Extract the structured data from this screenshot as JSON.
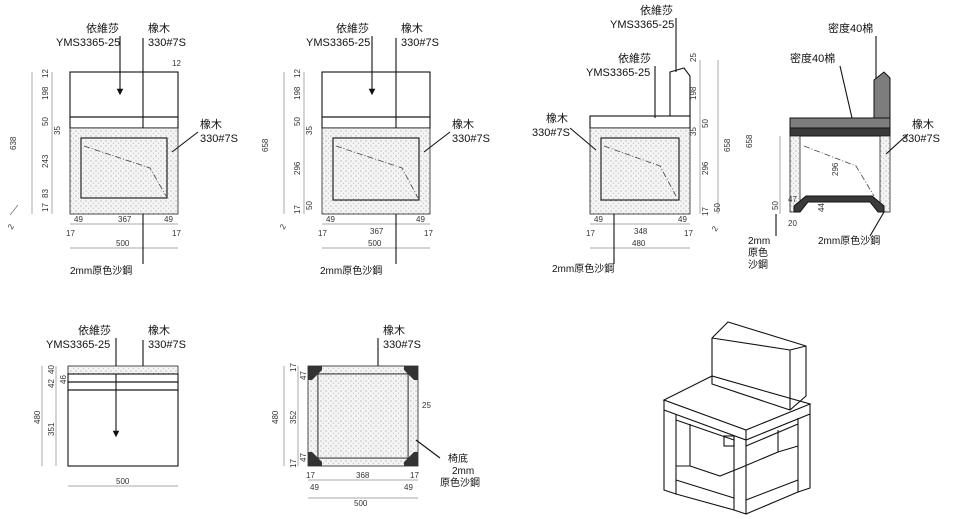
{
  "colors": {
    "line": "#111111",
    "cushion_grey": "#7d7d7d",
    "cushion_dark": "#3a3a3a"
  },
  "view1": {
    "fabric_name": "依維莎",
    "fabric_code": "YMS3365-25",
    "wood_name": "橡木",
    "wood_code": "330#7S",
    "side_wood_name": "橡木",
    "side_wood_code": "330#7S",
    "steel_label": "2mm原色沙鋼",
    "dims_left": [
      "12",
      "198",
      "50",
      "35",
      "243",
      "83",
      "17"
    ],
    "dim_total": "638",
    "dim_top_right": "12",
    "dims_bottom": [
      "49",
      "367",
      "49"
    ],
    "dims_bottom_small": [
      "17",
      "17"
    ],
    "dim_width": "500",
    "dim_corner": "2"
  },
  "view2": {
    "fabric_name": "依維莎",
    "fabric_code": "YMS3365-25",
    "wood_name": "橡木",
    "wood_code": "330#7S",
    "side_wood_name": "橡木",
    "side_wood_code": "330#7S",
    "steel_label": "2mm原色沙鋼",
    "dims_left": [
      "12",
      "198",
      "50",
      "35",
      "296",
      "17",
      "50"
    ],
    "dim_total": "658",
    "dims_bottom": [
      "49",
      "367",
      "49"
    ],
    "dims_bottom_small": [
      "17",
      "17"
    ],
    "dim_width": "500",
    "dim_corner": "2"
  },
  "view3": {
    "fabric_name_top": "依維莎",
    "fabric_code_top": "YMS3365-25",
    "fabric_name": "依維莎",
    "fabric_code": "YMS3365-25",
    "wood_name": "橡木",
    "wood_code": "330#7S",
    "steel_label": "2mm原色沙鋼",
    "dims_right": [
      "25",
      "198",
      "50",
      "35",
      "296",
      "17",
      "50"
    ],
    "dim_total": "658",
    "dims_bottom": [
      "49",
      "348",
      "49"
    ],
    "dims_bottom_small": [
      "17",
      "17"
    ],
    "dim_width": "480",
    "dim_corner": "2"
  },
  "view4": {
    "density_top": "密度40棉",
    "density_mid": "密度40棉",
    "wood_name": "橡木",
    "wood_code": "330#7S",
    "dims_left": [
      "296",
      "50",
      "47",
      "44",
      "20"
    ],
    "dim_total": "658",
    "steel_left_1": "2mm",
    "steel_left_2": "原色",
    "steel_left_3": "沙鋼",
    "steel_right": "2mm原色沙鋼"
  },
  "view5": {
    "fabric_name": "依維莎",
    "fabric_code": "YMS3365-25",
    "wood_name": "橡木",
    "wood_code": "330#7S",
    "dims_left": [
      "40",
      "42",
      "46",
      "351"
    ],
    "dim_total": "480",
    "dim_width": "500"
  },
  "view6": {
    "wood_name": "橡木",
    "wood_code": "330#7S",
    "dims_left": [
      "17",
      "47",
      "352",
      "47",
      "17"
    ],
    "dim_total": "480",
    "dim_right": "25",
    "base_1": "椅底",
    "base_2": "2mm",
    "base_3": "原色沙鋼",
    "dims_bottom": [
      "17",
      "368",
      "17"
    ],
    "dims_bottom_outer": [
      "49",
      "49"
    ],
    "dim_width": "500"
  }
}
